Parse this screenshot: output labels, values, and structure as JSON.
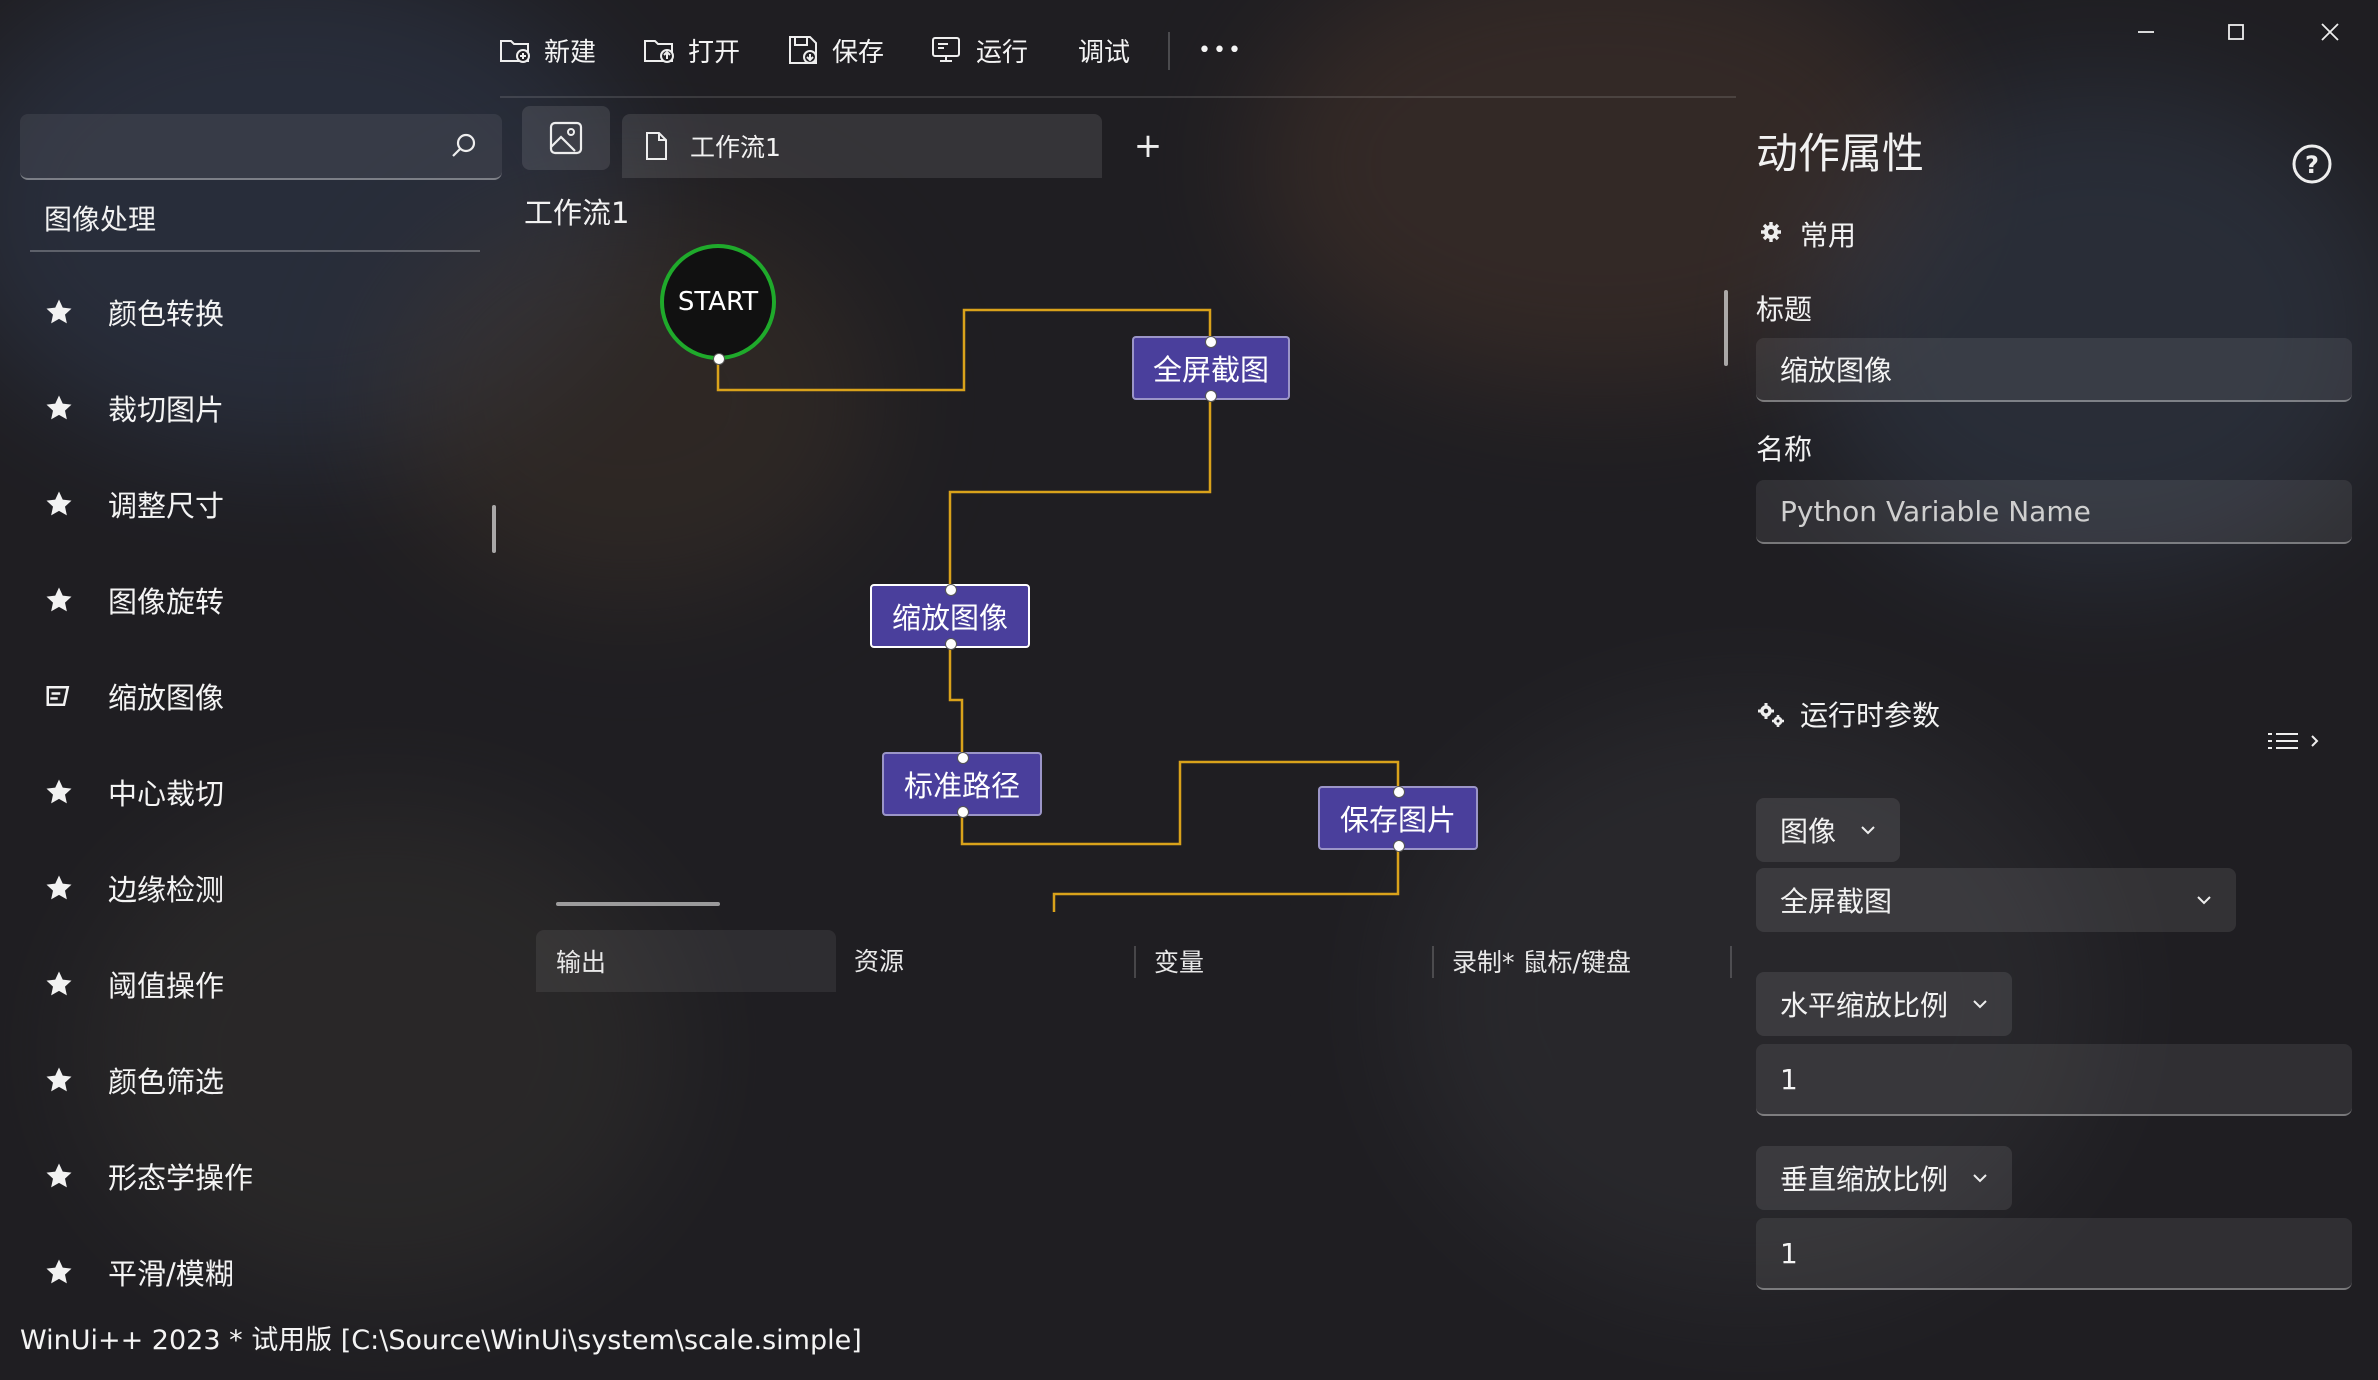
{
  "toolbar": {
    "new_label": "新建",
    "open_label": "打开",
    "save_label": "保存",
    "run_label": "运行",
    "debug_label": "调试",
    "more_label": "•••"
  },
  "left_panel": {
    "search_placeholder": "",
    "category": "图像处理",
    "items": [
      {
        "label": "颜色转换",
        "icon": "star-icon"
      },
      {
        "label": "裁切图片",
        "icon": "star-icon"
      },
      {
        "label": "调整尺寸",
        "icon": "star-icon"
      },
      {
        "label": "图像旋转",
        "icon": "star-icon"
      },
      {
        "label": "缩放图像",
        "icon": "eraser-icon"
      },
      {
        "label": "中心裁切",
        "icon": "star-icon"
      },
      {
        "label": "边缘检测",
        "icon": "star-icon"
      },
      {
        "label": "阈值操作",
        "icon": "star-icon"
      },
      {
        "label": "颜色筛选",
        "icon": "star-icon"
      },
      {
        "label": "形态学操作",
        "icon": "star-icon"
      },
      {
        "label": "平滑/模糊",
        "icon": "star-icon"
      }
    ]
  },
  "tabs": {
    "doc_tab": "工作流1",
    "add_label": "+"
  },
  "workflow": {
    "title": "工作流1",
    "start_label": "START",
    "nodes": [
      "全屏截图",
      "缩放图像",
      "标准路径",
      "保存图片"
    ],
    "connection_color": "#d9a21b",
    "node_color": "#4a3f9c",
    "start_border_color": "#1faa2b"
  },
  "bottom_tabs": [
    "输出",
    "资源",
    "变量",
    "录制* 鼠标/键盘"
  ],
  "status": "WinUi++ 2023 * 试用版 [C:\\Source\\WinUi\\system\\scale.simple]",
  "properties": {
    "title": "动作属性",
    "common_section": "常用",
    "title_label": "标题",
    "title_value": "缩放图像",
    "name_label": "名称",
    "name_placeholder": "Python Variable Name",
    "runtime_section": "运行时参数",
    "image_dropdown": "图像",
    "image_source": "全屏截图",
    "h_scale_dropdown": "水平缩放比例",
    "h_scale_value": "1",
    "v_scale_dropdown": "垂直缩放比例",
    "v_scale_value": "1"
  }
}
